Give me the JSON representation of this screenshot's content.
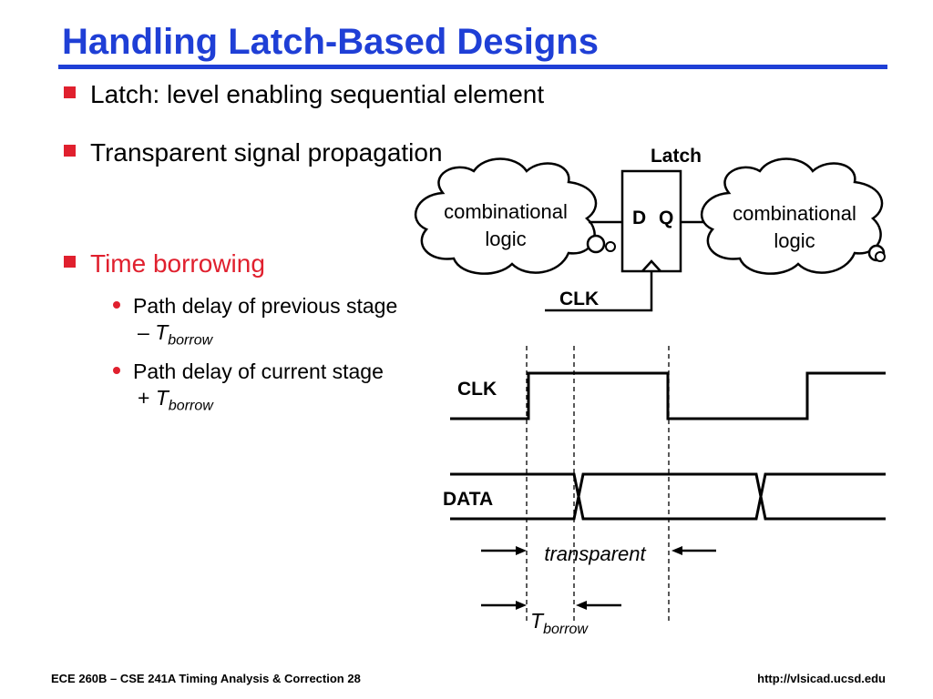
{
  "slide": {
    "title": "Handling Latch-Based Designs",
    "bullets": [
      {
        "text": "Latch: level enabling sequential element"
      },
      {
        "text": "Transparent signal propagation"
      },
      {
        "text": "Time borrowing",
        "color": "#e0202e"
      }
    ],
    "sub_bullets": [
      {
        "line1": "Path delay of previous stage",
        "line2_prefix": "– ",
        "var": "T",
        "subscript": "borrow"
      },
      {
        "line1": "Path delay of current stage",
        "line2_prefix": "+ ",
        "var": "T",
        "subscript": "borrow"
      }
    ]
  },
  "diagram": {
    "latch_label": "Latch",
    "d_label": "D",
    "q_label": "Q",
    "clk_label": "CLK",
    "cloud_left": {
      "line1": "combinational",
      "line2": "logic"
    },
    "cloud_right": {
      "line1": "combinational",
      "line2": "logic"
    }
  },
  "timing": {
    "clk_label": "CLK",
    "data_label": "DATA",
    "transparent_label": "transparent",
    "tborrow_var": "T",
    "tborrow_sub": "borrow"
  },
  "footer": {
    "left": "ECE 260B – CSE 241A Timing Analysis & Correction 28",
    "right": "http://vlsicad.ucsd.edu"
  },
  "colors": {
    "title": "#1f3fd6",
    "accent": "#e0202e"
  }
}
